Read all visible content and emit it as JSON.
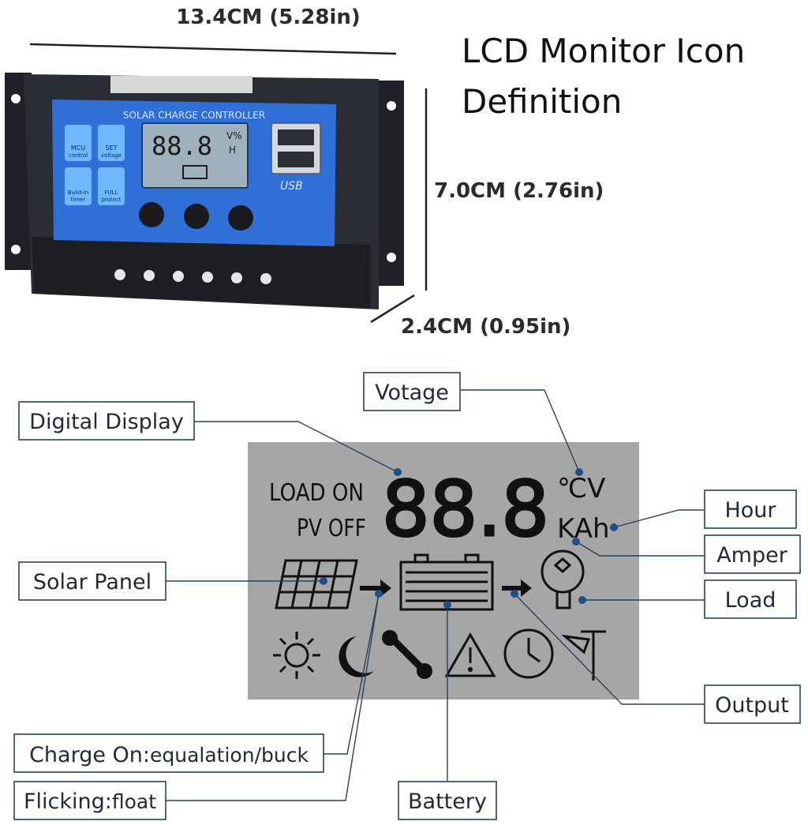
{
  "dimensions": {
    "width": "13.4CM (5.28in)",
    "height": "7.0CM (2.76in)",
    "depth": "2.4CM (0.95in)"
  },
  "heading": {
    "line1": "LCD Monitor Icon",
    "line2": "Definition"
  },
  "device": {
    "panel_title": "SOLAR CHARGE CONTROLLER",
    "lcd_digits": "88.8",
    "lcd_units_top": "V%",
    "lcd_units_bottom": "H",
    "feature_mcu_line1": "MCU",
    "feature_mcu_line2": "control",
    "feature_set_line1": "SET",
    "feature_set_line2": "voltage",
    "feature_timer_line1": "Build-in",
    "feature_timer_line2": "timer",
    "feature_protect_line1": "FULL",
    "feature_protect_line2": "protect",
    "usb_label": "USB",
    "colors": {
      "body": "#2a2d33",
      "face": "#2f6fd6",
      "lcd": "#9fb1bd"
    }
  },
  "lcd": {
    "load_on": "LOAD ON",
    "pv_off": "PV OFF",
    "digits": "88.8",
    "unit_temp_volt": "℃V",
    "unit_kah": "KAh",
    "background": "#a6a6a6"
  },
  "callouts": {
    "voltage": "Votage",
    "digital_display": "Digital Display",
    "hour": "Hour",
    "amper": "Amper",
    "solar_panel": "Solar Panel",
    "load": "Load",
    "output": "Output",
    "charge_on_prefix": "Charge On:",
    "charge_on_value": "equalation/buck",
    "flicking_prefix": "Flicking:",
    "flicking_value": "float",
    "battery": "Battery"
  }
}
